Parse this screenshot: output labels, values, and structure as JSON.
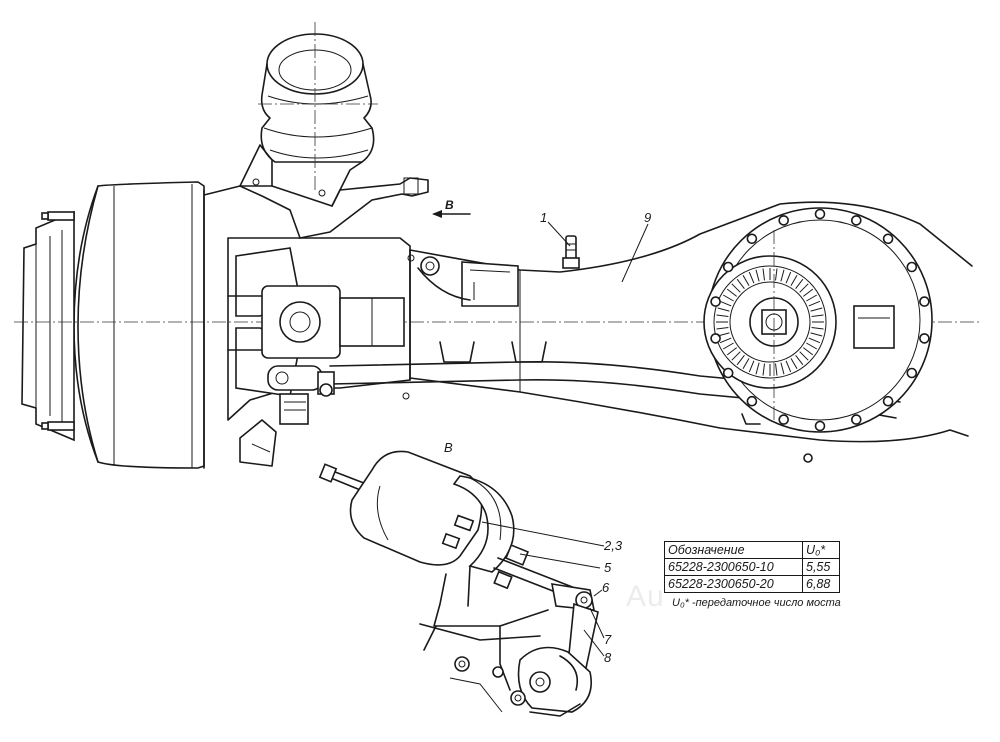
{
  "view_marker": "В",
  "view_arrow_label": "В",
  "callouts": {
    "breather": "1",
    "axle_housing": "9",
    "chamber_fasteners": "2,3",
    "pushrod_nut": "5",
    "clevis": "6",
    "pin": "7",
    "slack_adjuster": "8"
  },
  "spec_table": {
    "header": {
      "designation": "Обозначение",
      "ratio_symbol": "U₀*"
    },
    "rows": [
      {
        "designation": "65228-2300650-10",
        "ratio": "5,55"
      },
      {
        "designation": "65228-2300650-20",
        "ratio": "6,88"
      }
    ]
  },
  "footnote": "U₀* -передаточное число моста",
  "watermark": "Au"
}
